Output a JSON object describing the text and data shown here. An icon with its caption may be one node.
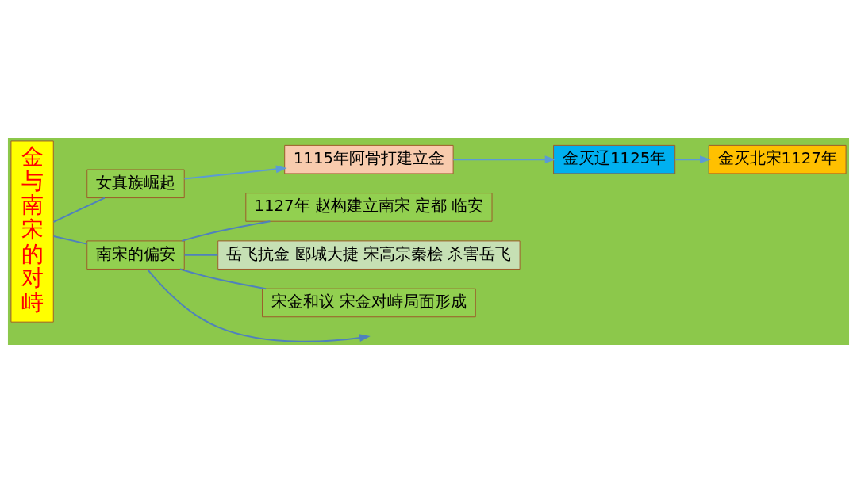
{
  "diagram": {
    "nodes": [
      {
        "text": [
          "金与南宋的对峙"
        ]
      },
      {
        "text": [
          "女真族崛起"
        ]
      },
      {
        "text": [
          "南宋的偏安"
        ]
      },
      {
        "text": [
          "1115年阿骨打建立金"
        ]
      },
      {
        "text": [
          "金灭辽1125年"
        ]
      },
      {
        "text": [
          "金灭北宋1127年"
        ]
      },
      {
        "text": [
          "1127年 赵构建立南宋 定都 临安"
        ]
      },
      {
        "text": [
          "岳飞抗金 郾城大捷 宋高宗秦桧 杀害岳飞"
        ]
      },
      {
        "text": [
          "宋金和议 宋金对峙局面形成"
        ]
      }
    ],
    "edges": [
      {
        "from": 0,
        "to": 1,
        "arrow": "none",
        "color": "#4f81bd"
      },
      {
        "from": 0,
        "to": 2,
        "arrow": "none",
        "color": "#4f81bd"
      },
      {
        "from": 1,
        "to": 3,
        "arrow": "to"
      },
      {
        "from": 3,
        "to": 4,
        "arrow": "to"
      },
      {
        "from": 4,
        "to": 5,
        "arrow": "to"
      },
      {
        "from": 2,
        "to": 6,
        "arrow": "none",
        "color": "#4f81bd"
      },
      {
        "from": 2,
        "to": 7,
        "arrow": "none",
        "color": "#4f81bd"
      },
      {
        "from": 2,
        "to": 8,
        "arrow": "none",
        "color": "#4f81bd"
      },
      {
        "from": 2,
        "to": null,
        "arrow": "to",
        "color": "#4f81bd"
      }
    ]
  }
}
